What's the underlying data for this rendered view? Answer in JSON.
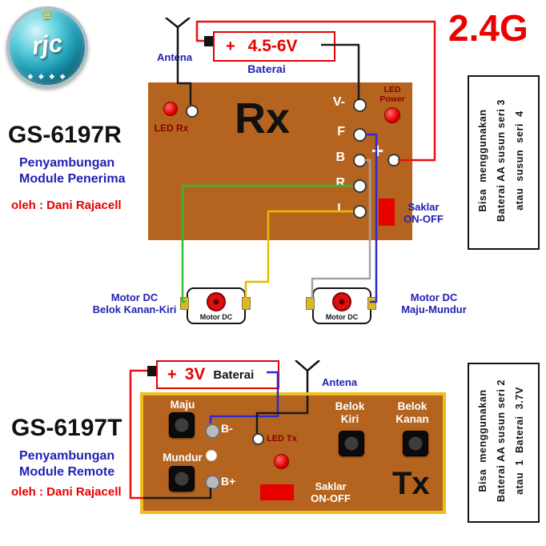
{
  "logo": {
    "text": "rjc",
    "crown": "♛",
    "stars": "◆ ◆ ◆ ◆"
  },
  "freq_badge": "2.4G",
  "colors": {
    "board_orange": "#b5641f",
    "tx_border_gold": "#eebf1c",
    "accent_red": "#e60000",
    "label_blue": "#2222b2",
    "wire_red": "#e81010",
    "wire_black": "#1a1a1a",
    "wire_blue": "#2b2bd0",
    "wire_gray": "#a3a3a3",
    "wire_green": "#33bb33",
    "wire_yellow": "#e8bb00"
  },
  "receiver": {
    "title": "GS-6197R",
    "subtitle": [
      "Penyambungan",
      "Module Penerima"
    ],
    "author": "oleh : Dani Rajacell",
    "antenna_label": "Antena",
    "battery": {
      "sign": "+",
      "voltage": "4.5-6V",
      "caption": "Baterai"
    },
    "board_label": "Rx",
    "led_rx_label": "LED Rx",
    "led_power_label": [
      "LED",
      "Power"
    ],
    "terminals": [
      "V-",
      "F",
      "B",
      "R",
      "L"
    ],
    "plus_label": "+",
    "switch_label": [
      "Saklar",
      "ON-OFF"
    ],
    "motors": {
      "inner_label": "Motor DC",
      "left_caption": [
        "Motor DC",
        "Belok Kanan-Kiri"
      ],
      "right_caption": [
        "Motor DC",
        "Maju-Mundur"
      ]
    },
    "note": [
      "Bisa  menggunakan",
      "Baterai AA susun seri 3",
      "atau  susun  seri  4"
    ]
  },
  "transmitter": {
    "title": "GS-6197T",
    "subtitle": [
      "Penyambungan",
      "Module Remote"
    ],
    "author": "oleh : Dani Rajacell",
    "antenna_label": "Antena",
    "battery": {
      "sign": "+",
      "voltage": "3V",
      "caption": "Baterai"
    },
    "board_label": "Tx",
    "buttons": {
      "maju": "Maju",
      "mundur": "Mundur",
      "belok_kiri": [
        "Belok",
        "Kiri"
      ],
      "belok_kanan": [
        "Belok",
        "Kanan"
      ]
    },
    "terminals": {
      "b_minus": "B-",
      "b_plus": "B+"
    },
    "led_tx_label": "LED Tx",
    "switch_label": [
      "Saklar",
      "ON-OFF"
    ],
    "note": [
      "Bisa  menggunakan",
      "Baterai AA susun seri 2",
      "atau  1  Baterai  3.7V"
    ]
  }
}
